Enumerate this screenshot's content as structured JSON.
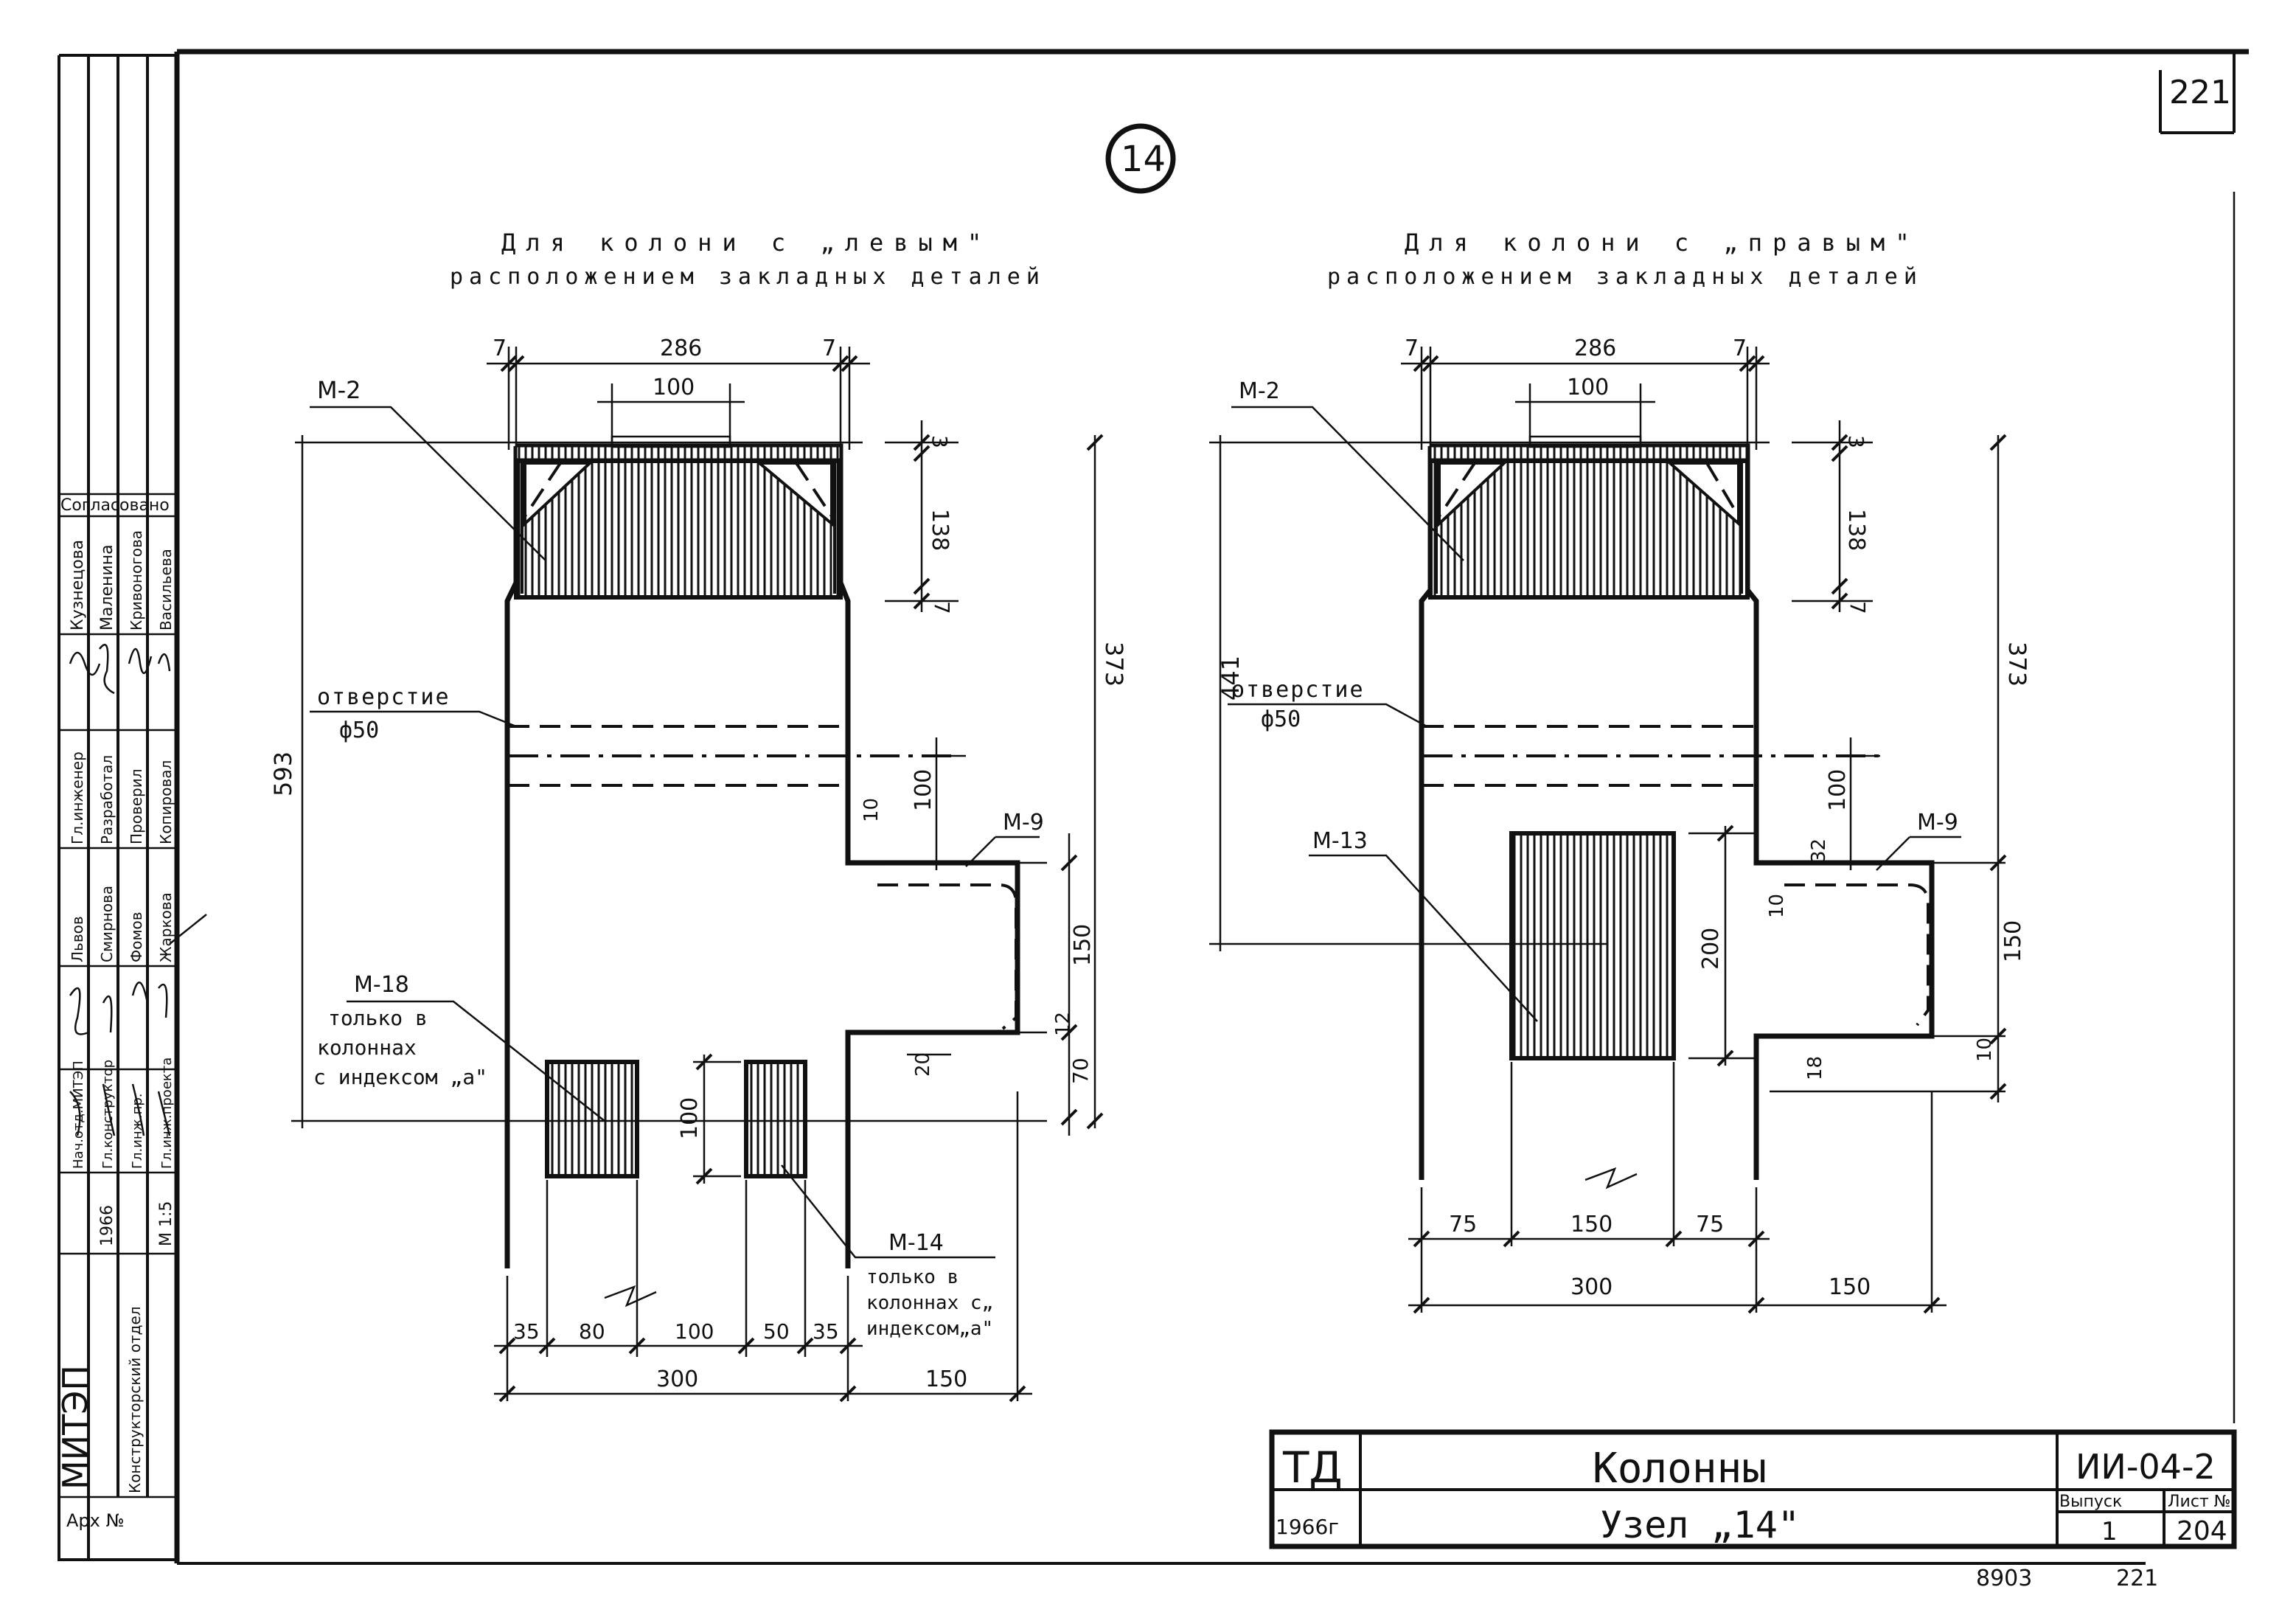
{
  "sheet": {
    "page_number": "221",
    "node_marker": "14",
    "bottom_note_left": "8903",
    "bottom_note_right": "221"
  },
  "views": {
    "left_title_1": "Для колони с „левым\"",
    "left_title_2": "расположением закладных деталей",
    "right_title_1": "Для колони с „правым\"",
    "right_title_2": "расположением закладных деталей"
  },
  "left_view": {
    "dim_top_left": "7",
    "dim_top_mid": "286",
    "dim_top_right": "7",
    "dim_plate": "100",
    "dim_3": "3",
    "dim_138": "138",
    "dim_7_side": "7",
    "dim_373": "373",
    "dim_593": "593",
    "dim_100_side": "100",
    "dim_10": "10",
    "dim_150_side": "150",
    "dim_12": "12",
    "dim_20": "20",
    "dim_70": "70",
    "dim_100_mid": "100",
    "label_m2": "М-2",
    "label_hole_1": "отверстие",
    "label_hole_2": "ф50",
    "label_m9": "М-9",
    "label_m18_1": "М-18",
    "label_m18_2": "только в",
    "label_m18_3": "колоннах",
    "label_m18_4": "с индексом „а\"",
    "label_m14_1": "М-14",
    "label_m14_2": "только в",
    "label_m14_3": "колоннах с„",
    "label_m14_4": "индексом„а\"",
    "bottom_dims": [
      "35",
      "80",
      "100",
      "50",
      "35"
    ],
    "dim_300": "300",
    "dim_150_bottom": "150"
  },
  "right_view": {
    "dim_top_left": "7",
    "dim_top_mid": "286",
    "dim_top_right": "7",
    "dim_plate": "100",
    "dim_3": "3",
    "dim_138": "138",
    "dim_7_side": "7",
    "dim_373": "373",
    "dim_441": "441",
    "dim_100_side": "100",
    "dim_32": "32",
    "dim_10_a": "10",
    "dim_200": "200",
    "dim_150_side": "150",
    "dim_10_b": "10",
    "dim_18": "18",
    "label_m2": "М-2",
    "label_hole_1": "отверстие",
    "label_hole_2": "ф50",
    "label_m9": "М-9",
    "label_m13": "М-13",
    "bottom_dims": [
      "75",
      "150",
      "75"
    ],
    "dim_300": "300",
    "dim_150_bottom": "150"
  },
  "side_stamp": {
    "agreed": "Согласовано",
    "names_1": [
      "Кузнецова",
      "Маленина",
      "Кривоногова",
      "Васильева"
    ],
    "roles": [
      "Гл.инженер",
      "Разработал",
      "Проверил",
      "Копировал"
    ],
    "names_2": [
      "Львов",
      "Смирнова",
      "Фомов",
      "Жаркова"
    ],
    "roles_2": [
      "Нач.отд.МИТЭП",
      "Гл.конструктор",
      "Гл.инж.пр.",
      "Гл.инж.проекта"
    ],
    "org": "МИТЭП",
    "org_sub": "Конструкторский отдел",
    "year_box": "1966",
    "scale": "М 1:5",
    "archive": "Арх №"
  },
  "title_block": {
    "td": "ТД",
    "year": "1966г",
    "name": "Колонны",
    "subtitle": "Узел „14\"",
    "code": "ИИ-04-2",
    "issue_label": "Выпуск",
    "sheet_label": "Лист №",
    "issue": "1",
    "sheet": "204"
  }
}
